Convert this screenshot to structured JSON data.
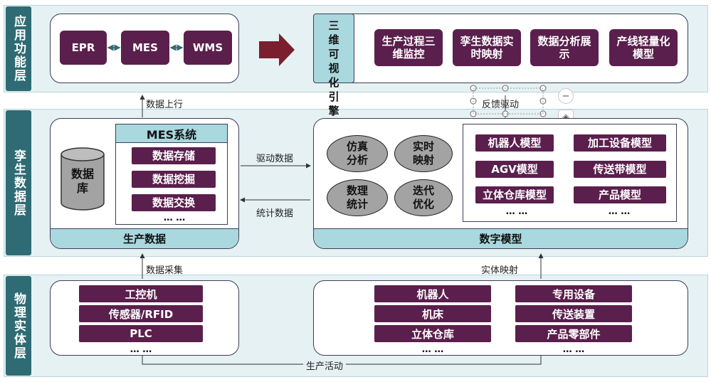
{
  "layers": {
    "application": "应用功能层",
    "twin_data": "孪生数据层",
    "physical": "物理实体层"
  },
  "app_layer": {
    "systems": [
      "EPR",
      "MES",
      "WMS"
    ],
    "engine": "三维可视化引擎",
    "functions": [
      "生产过程三维监控",
      "孪生数据实时映射",
      "数据分析展示",
      "产线轻量化模型"
    ]
  },
  "data_layer": {
    "mes_title": "MES系统",
    "mes_items": [
      "数据存储",
      "数据挖掘",
      "数据交换"
    ],
    "mes_more": "… …",
    "database": "数据库",
    "production_data": "生产数据",
    "ovals": [
      "仿真分析",
      "实时映射",
      "数理统计",
      "迭代优化"
    ],
    "models": [
      "机器人模型",
      "加工设备模型",
      "AGV模型",
      "传送带模型",
      "立体仓库模型",
      "产品模型"
    ],
    "models_more": [
      "… …",
      "… …"
    ],
    "digital_model": "数字模型"
  },
  "physical_layer": {
    "left_items": [
      "工控机",
      "传感器/RFID",
      "PLC"
    ],
    "left_more": "… …",
    "right_col1": [
      "机器人",
      "机床",
      "立体仓库"
    ],
    "right_col2": [
      "专用设备",
      "传送装置",
      "产品零部件"
    ],
    "right_more": [
      "… …",
      "… …"
    ]
  },
  "arrows": {
    "data_up": "数据上行",
    "feedback": "反馈驱动",
    "drive_data": "驱动数据",
    "stat_data": "统计数据",
    "collect": "数据采集",
    "entity_map": "实体映射",
    "production": "生产活动"
  }
}
